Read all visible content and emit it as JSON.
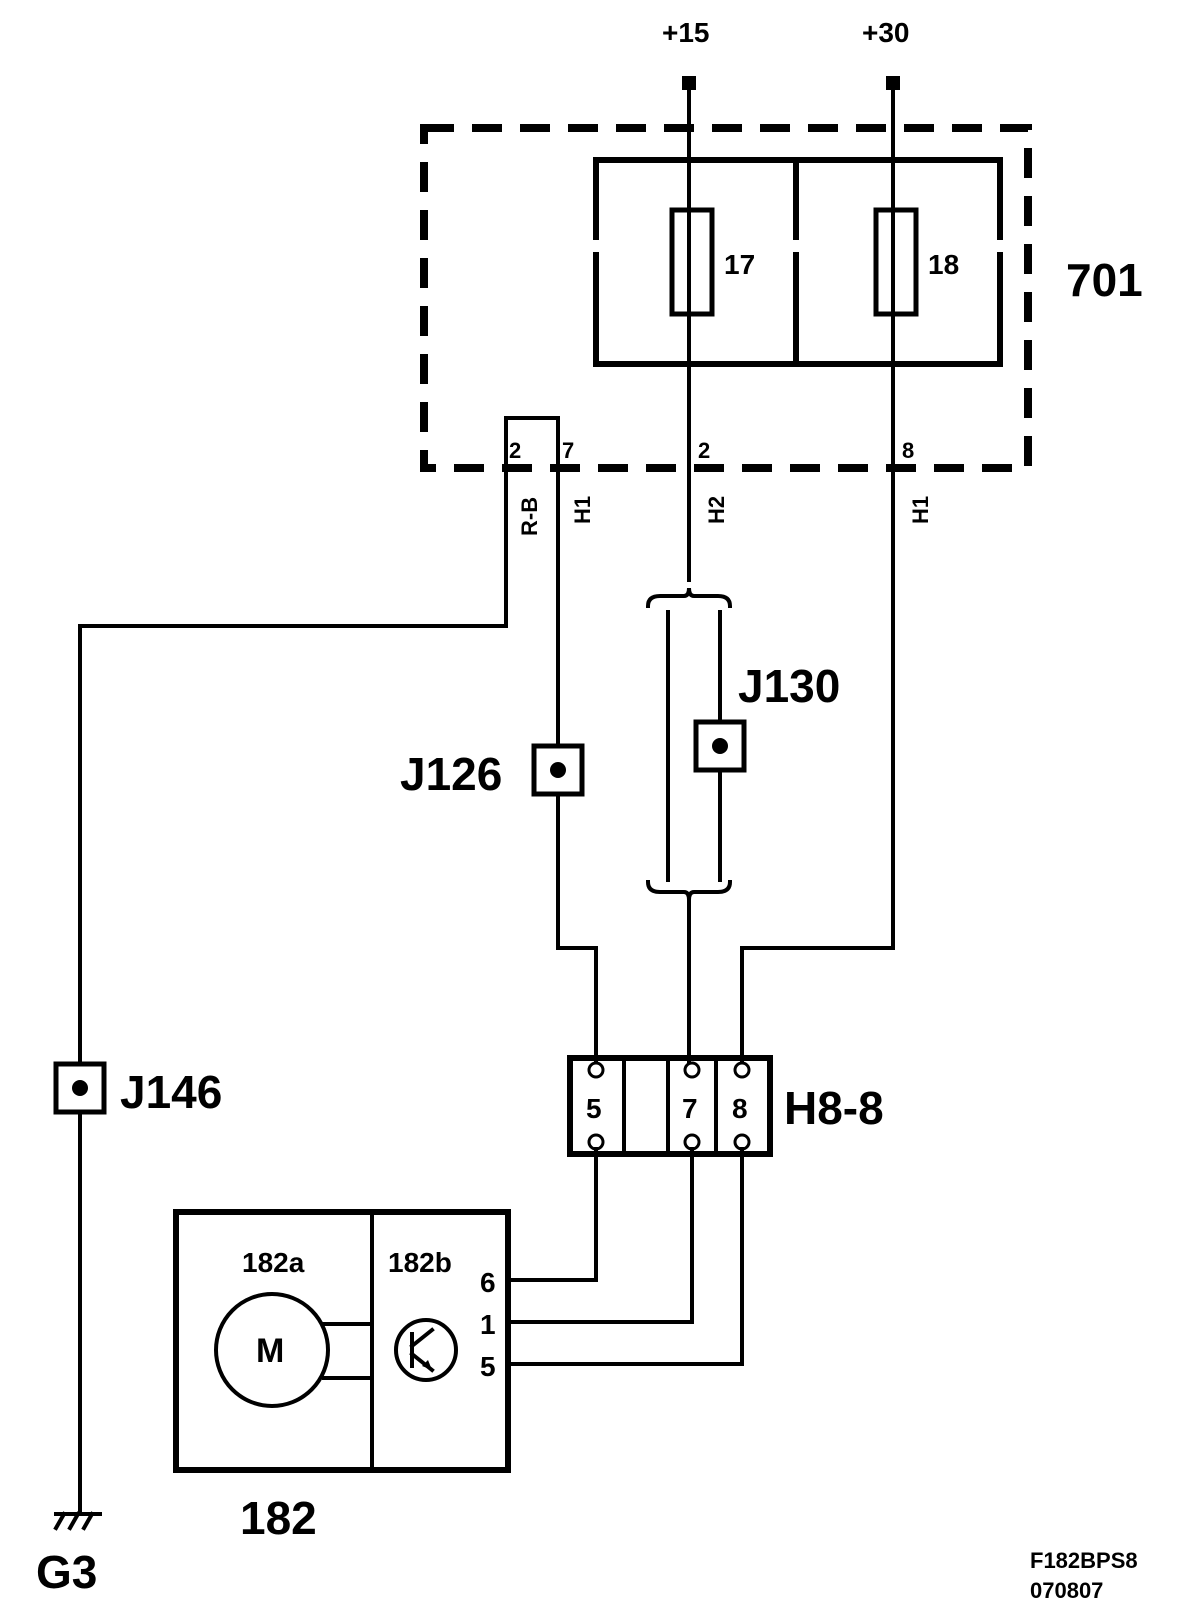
{
  "supplies": {
    "plus15": "+15",
    "plus30": "+30"
  },
  "fuse_box": {
    "id": "701",
    "fuse_a": "17",
    "fuse_b": "18"
  },
  "pins_701": {
    "p2_left": "2",
    "p7": "7",
    "p2_mid": "2",
    "p8": "8"
  },
  "wire_labels": {
    "rb": "R-B",
    "h1_left": "H1",
    "h2": "H2",
    "h1_right": "H1"
  },
  "junctions": {
    "j126": "J126",
    "j130": "J130",
    "j146": "J146"
  },
  "connector": {
    "id": "H8-8",
    "pins": [
      "5",
      "7",
      "8"
    ]
  },
  "component": {
    "id": "182",
    "motor_id": "182a",
    "module_id": "182b",
    "motor_symbol": "M",
    "pins": [
      "6",
      "1",
      "5"
    ]
  },
  "ground": {
    "id": "G3"
  },
  "footer": {
    "code": "F182BPS8",
    "date": "070807"
  }
}
